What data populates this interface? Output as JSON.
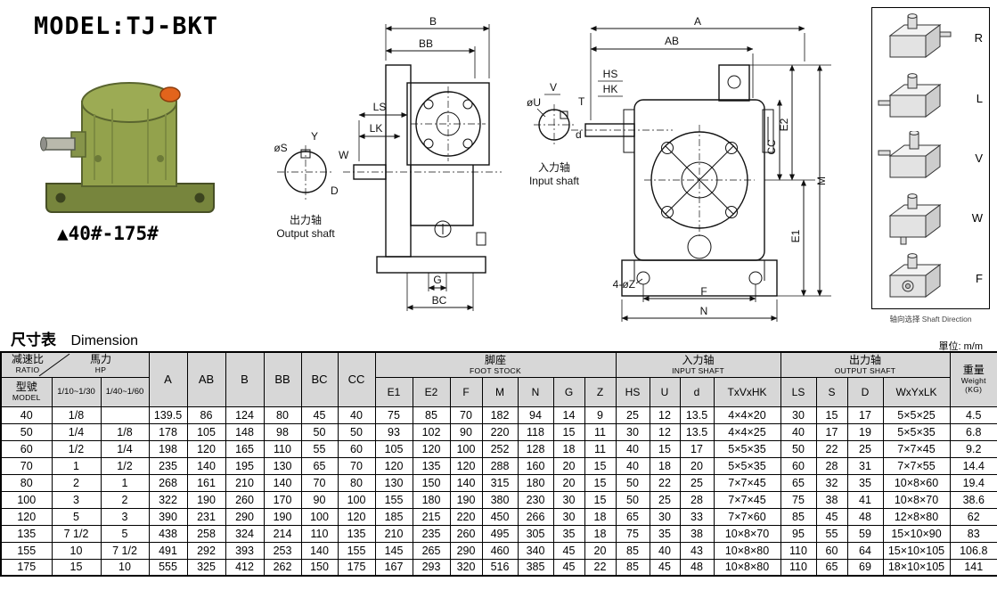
{
  "page": {
    "model_title": "MODEL:TJ-BKT",
    "range_label": "▲40#-175#",
    "section_title_zh": "尺寸表",
    "section_title_en": "Dimension",
    "unit_label": "單位: m/m"
  },
  "product": {
    "body_color": "#93a24c",
    "accent_color": "#e2641c"
  },
  "drawings": {
    "side_view": {
      "dim_b": "B",
      "dim_bb": "BB",
      "dim_ls": "LS",
      "dim_lk": "LK",
      "dim_y": "Y",
      "dim_w": "W",
      "dim_s": "øS",
      "dim_d": "D",
      "dim_g": "G",
      "dim_bc": "BC",
      "output_shaft_zh": "出力轴",
      "output_shaft_en": "Output shaft"
    },
    "input_detail": {
      "dim_v": "V",
      "dim_t": "T",
      "dim_u": "øU",
      "dim_d": "d",
      "input_shaft_zh": "入力轴",
      "input_shaft_en": "Input shaft"
    },
    "front_view": {
      "dim_a": "A",
      "dim_ab": "AB",
      "dim_hs": "HS",
      "dim_hk": "HK",
      "dim_e2": "E2",
      "dim_cc": "CC",
      "dim_m": "M",
      "dim_e1": "E1",
      "dim_z": "4-øZ",
      "dim_f": "F",
      "dim_n": "N"
    },
    "shaft_directions": {
      "options": [
        "R",
        "L",
        "V",
        "W",
        "F"
      ],
      "caption": "轴向选择 Shaft Direction"
    }
  },
  "table": {
    "header": {
      "ratio_zh": "减速比",
      "ratio_en": "RATIO",
      "hp_zh": "馬力",
      "hp_en": "HP",
      "model_zh": "型號",
      "model_en": "MODEL",
      "hp_col1": "1/10~1/30",
      "hp_col2": "1/40~1/60",
      "dims": [
        "A",
        "AB",
        "B",
        "BB",
        "BC",
        "CC"
      ],
      "foot_stock_zh": "脚座",
      "foot_stock_en": "FOOT STOCK",
      "foot_cols": [
        "E1",
        "E2",
        "F",
        "M",
        "N",
        "G",
        "Z"
      ],
      "input_shaft_zh": "入力轴",
      "input_shaft_en": "INPUT SHAFT",
      "input_cols": [
        "HS",
        "U",
        "d",
        "TxVxHK"
      ],
      "output_shaft_zh": "出力轴",
      "output_shaft_en": "OUTPUT SHAFT",
      "output_cols": [
        "LS",
        "S",
        "D",
        "WxYxLK"
      ],
      "weight_zh": "重量",
      "weight_en": "Weight",
      "weight_unit": "(KG)"
    },
    "rows": [
      [
        "40",
        "1/8",
        "",
        "139.5",
        "86",
        "124",
        "80",
        "45",
        "40",
        "75",
        "85",
        "70",
        "182",
        "94",
        "14",
        "9",
        "25",
        "12",
        "13.5",
        "4×4×20",
        "30",
        "15",
        "17",
        "5×5×25",
        "4.5"
      ],
      [
        "50",
        "1/4",
        "1/8",
        "178",
        "105",
        "148",
        "98",
        "50",
        "50",
        "93",
        "102",
        "90",
        "220",
        "118",
        "15",
        "11",
        "30",
        "12",
        "13.5",
        "4×4×25",
        "40",
        "17",
        "19",
        "5×5×35",
        "6.8"
      ],
      [
        "60",
        "1/2",
        "1/4",
        "198",
        "120",
        "165",
        "110",
        "55",
        "60",
        "105",
        "120",
        "100",
        "252",
        "128",
        "18",
        "11",
        "40",
        "15",
        "17",
        "5×5×35",
        "50",
        "22",
        "25",
        "7×7×45",
        "9.2"
      ],
      [
        "70",
        "1",
        "1/2",
        "235",
        "140",
        "195",
        "130",
        "65",
        "70",
        "120",
        "135",
        "120",
        "288",
        "160",
        "20",
        "15",
        "40",
        "18",
        "20",
        "5×5×35",
        "60",
        "28",
        "31",
        "7×7×55",
        "14.4"
      ],
      [
        "80",
        "2",
        "1",
        "268",
        "161",
        "210",
        "140",
        "70",
        "80",
        "130",
        "150",
        "140",
        "315",
        "180",
        "20",
        "15",
        "50",
        "22",
        "25",
        "7×7×45",
        "65",
        "32",
        "35",
        "10×8×60",
        "19.4"
      ],
      [
        "100",
        "3",
        "2",
        "322",
        "190",
        "260",
        "170",
        "90",
        "100",
        "155",
        "180",
        "190",
        "380",
        "230",
        "30",
        "15",
        "50",
        "25",
        "28",
        "7×7×45",
        "75",
        "38",
        "41",
        "10×8×70",
        "38.6"
      ],
      [
        "120",
        "5",
        "3",
        "390",
        "231",
        "290",
        "190",
        "100",
        "120",
        "185",
        "215",
        "220",
        "450",
        "266",
        "30",
        "18",
        "65",
        "30",
        "33",
        "7×7×60",
        "85",
        "45",
        "48",
        "12×8×80",
        "62"
      ],
      [
        "135",
        "7 1/2",
        "5",
        "438",
        "258",
        "324",
        "214",
        "110",
        "135",
        "210",
        "235",
        "260",
        "495",
        "305",
        "35",
        "18",
        "75",
        "35",
        "38",
        "10×8×70",
        "95",
        "55",
        "59",
        "15×10×90",
        "83"
      ],
      [
        "155",
        "10",
        "7 1/2",
        "491",
        "292",
        "393",
        "253",
        "140",
        "155",
        "145",
        "265",
        "290",
        "460",
        "340",
        "45",
        "20",
        "85",
        "40",
        "43",
        "10×8×80",
        "110",
        "60",
        "64",
        "15×10×105",
        "106.8"
      ],
      [
        "175",
        "15",
        "10",
        "555",
        "325",
        "412",
        "262",
        "150",
        "175",
        "167",
        "293",
        "320",
        "516",
        "385",
        "45",
        "22",
        "85",
        "45",
        "48",
        "10×8×80",
        "110",
        "65",
        "69",
        "18×10×105",
        "141"
      ]
    ]
  }
}
